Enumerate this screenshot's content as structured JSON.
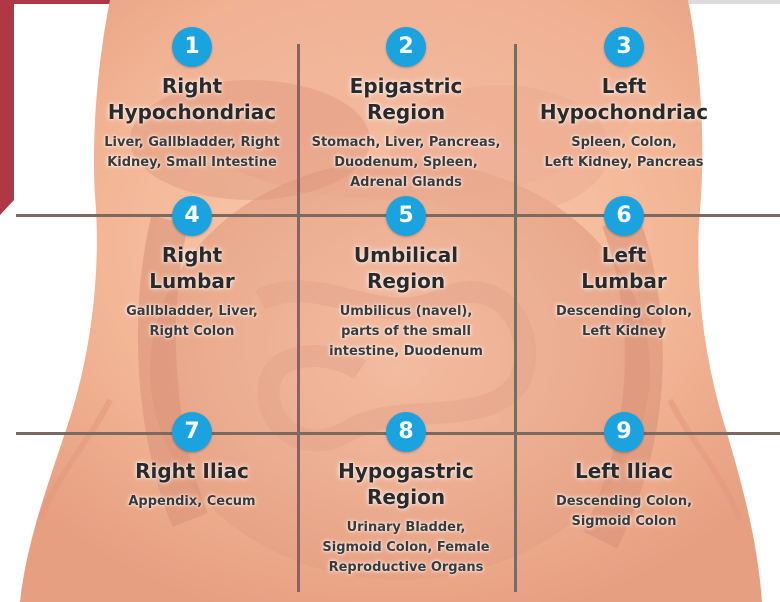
{
  "colors": {
    "badge": "#1ba3e0",
    "grid_line": "#7a6a62",
    "skin": "#f2b08c",
    "accent_bar": "#a51d2d"
  },
  "regions": [
    {
      "number": "1",
      "title": [
        "Right",
        "Hypochondriac"
      ],
      "organs": [
        "Liver, Gallbladder, Right",
        "Kidney, Small Intestine"
      ]
    },
    {
      "number": "2",
      "title": [
        "Epigastric",
        "Region"
      ],
      "organs": [
        "Stomach, Liver, Pancreas,",
        "Duodenum, Spleen,",
        "Adrenal Glands"
      ]
    },
    {
      "number": "3",
      "title": [
        "Left",
        "Hypochondriac"
      ],
      "organs": [
        "Spleen, Colon,",
        "Left Kidney, Pancreas"
      ]
    },
    {
      "number": "4",
      "title": [
        "Right",
        "Lumbar"
      ],
      "organs": [
        "Gallbladder, Liver,",
        "Right Colon"
      ]
    },
    {
      "number": "5",
      "title": [
        "Umbilical",
        "Region"
      ],
      "organs": [
        "Umbilicus (navel),",
        "parts of the small",
        "intestine, Duodenum"
      ]
    },
    {
      "number": "6",
      "title": [
        "Left",
        "Lumbar"
      ],
      "organs": [
        "Descending Colon,",
        "Left Kidney"
      ]
    },
    {
      "number": "7",
      "title": [
        "Right Iliac"
      ],
      "organs": [
        "Appendix, Cecum"
      ]
    },
    {
      "number": "8",
      "title": [
        "Hypogastric",
        "Region"
      ],
      "organs": [
        "Urinary Bladder,",
        "Sigmoid Colon, Female",
        "Reproductive Organs"
      ]
    },
    {
      "number": "9",
      "title": [
        "Left Iliac"
      ],
      "organs": [
        "Descending Colon,",
        "Sigmoid Colon"
      ]
    }
  ]
}
